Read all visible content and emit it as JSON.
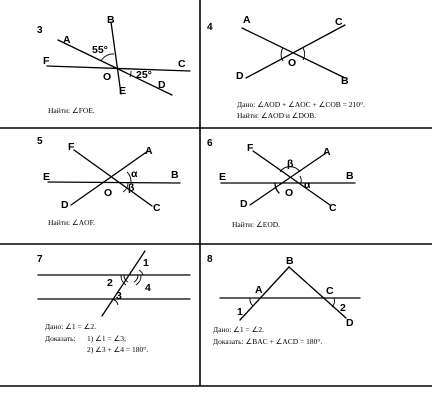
{
  "problems": {
    "p3": {
      "number": "3",
      "labels": {
        "B": "B",
        "A": "A",
        "F": "F",
        "C": "C",
        "O": "O",
        "E": "E",
        "D": "D"
      },
      "angles": {
        "a1": "55°",
        "a2": "25°"
      },
      "find": "Найти: ∠FOE."
    },
    "p4": {
      "number": "4",
      "labels": {
        "A": "A",
        "C": "C",
        "O": "O",
        "D": "D",
        "B": "B"
      },
      "given": "Дано: ∠AOD + ∠AOC + ∠COB = 210°.",
      "find": "Найти: ∠AOD и ∠DOB."
    },
    "p5": {
      "number": "5",
      "labels": {
        "F": "F",
        "A": "A",
        "E": "E",
        "B": "B",
        "D": "D",
        "C": "C",
        "O": "O"
      },
      "angles": {
        "alpha": "α",
        "beta": "β"
      },
      "find": "Найти: ∠AOF."
    },
    "p6": {
      "number": "6",
      "labels": {
        "F": "F",
        "A": "A",
        "E": "E",
        "B": "B",
        "D": "D",
        "C": "C",
        "O": "O"
      },
      "angles": {
        "alpha": "α",
        "beta": "β"
      },
      "find": "Найти: ∠EOD."
    },
    "p7": {
      "number": "7",
      "angles": {
        "a1": "1",
        "a2": "2",
        "a3": "3",
        "a4": "4"
      },
      "given": "Дано: ∠1 = ∠2.",
      "prove_label": "Доказать:",
      "prove1": "1) ∠1 = ∠3;",
      "prove2": "2) ∠3 + ∠4 = 180°."
    },
    "p8": {
      "number": "8",
      "labels": {
        "B": "B",
        "A": "A",
        "C": "C",
        "D": "D"
      },
      "angles": {
        "a1": "1",
        "a2": "2"
      },
      "given": "Дано: ∠1 = ∠2.",
      "prove": "Доказать: ∠BAC + ∠ACD = 180°."
    }
  }
}
